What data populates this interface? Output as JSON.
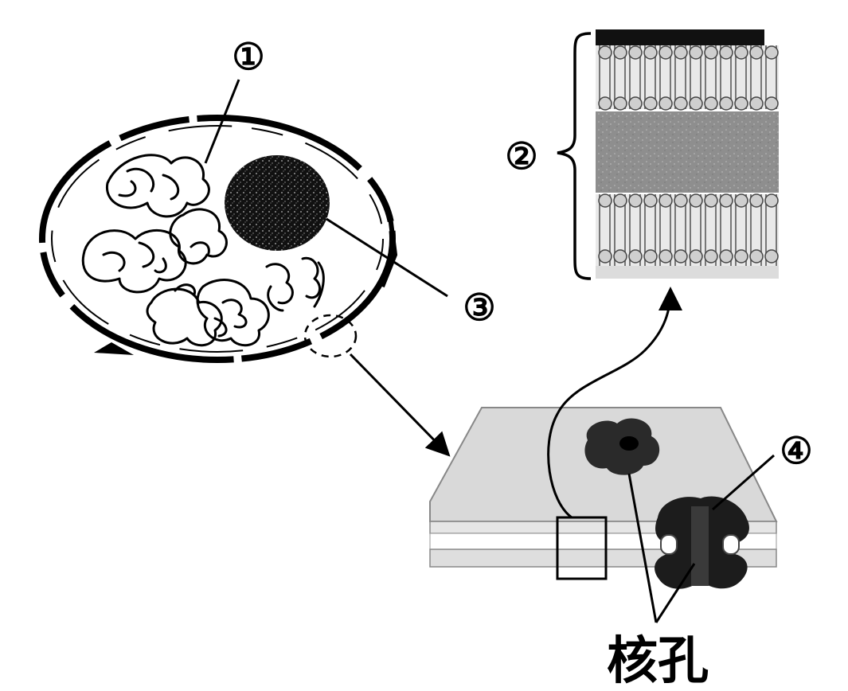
{
  "labels": {
    "chromatin": "①",
    "membrane": "②",
    "nucleolus": "③",
    "pore_complex": "④",
    "nuclear_pore": "核孔"
  }
}
